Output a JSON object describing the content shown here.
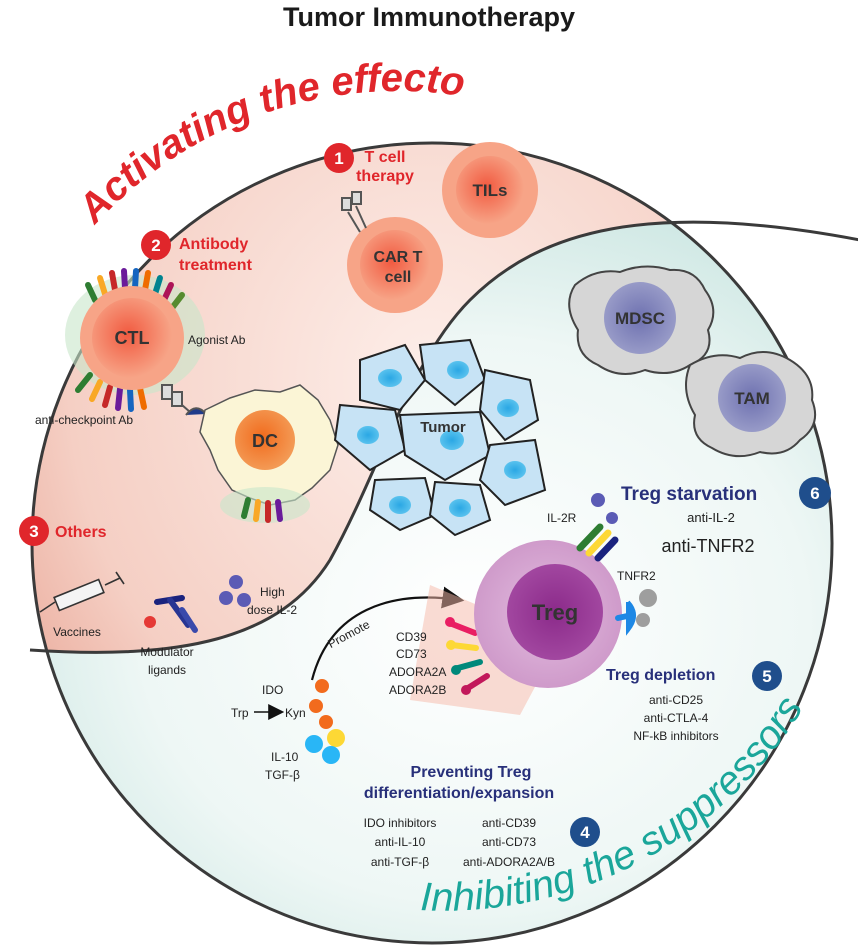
{
  "title": "Tumor Immunotherapy",
  "arc_labels": {
    "top": "Activating the effectors",
    "bottom": "Inhibiting the suppressors"
  },
  "effectors": {
    "step1": {
      "number": "1",
      "line1": "T cell",
      "line2": "therapy"
    },
    "step2": {
      "number": "2",
      "line1": "Antibody",
      "line2": "treatment"
    },
    "step3": {
      "number": "3",
      "label": "Others"
    }
  },
  "cells": {
    "tils": "TILs",
    "cart_line1": "CAR T",
    "cart_line2": "cell",
    "ctl": "CTL",
    "dc": "DC",
    "tumor": "Tumor",
    "mdsc": "MDSC",
    "tam": "TAM",
    "treg": "Treg"
  },
  "labels": {
    "agonist_ab": "Agonist Ab",
    "anti_checkpoint_ab": "anti-checkpoint Ab",
    "vaccines": "Vaccines",
    "modulator_line1": "Modulator",
    "modulator_line2": "ligands",
    "high_dose_line1": "High",
    "high_dose_line2": "dose IL-2",
    "promote": "Promote",
    "ido": "IDO",
    "trp": "Trp",
    "kyn": "Kyn",
    "il10": "IL-10",
    "tgfb": "TGF-β",
    "il2r": "IL-2R",
    "tnfr2": "TNFR2",
    "cd39": "CD39",
    "cd73": "CD73",
    "adora2a": "ADORA2A",
    "adora2b": "ADORA2B"
  },
  "suppressors": {
    "step6": {
      "number": "6",
      "title": "Treg starvation",
      "items": [
        "anti-IL-2",
        "anti-TNFR2"
      ]
    },
    "step5": {
      "number": "5",
      "title": "Treg depletion",
      "items": [
        "anti-CD25",
        "anti-CTLA-4",
        "NF-kB inhibitors"
      ]
    },
    "step4": {
      "number": "4",
      "title_line1": "Preventing Treg",
      "title_line2": "differentiation/expansion",
      "left_items": [
        "IDO inhibitors",
        "anti-IL-10",
        "anti-TGF-β"
      ],
      "right_items": [
        "anti-CD39",
        "anti-CD73",
        "anti-ADORA2A/B"
      ]
    }
  },
  "colors": {
    "effector_red": "#e0262b",
    "suppressor_teal": "#1aa69a",
    "suppressor_navy": "#28307a",
    "badge_blue": "#1f4e8c",
    "treg_purple": "#a0509e"
  }
}
